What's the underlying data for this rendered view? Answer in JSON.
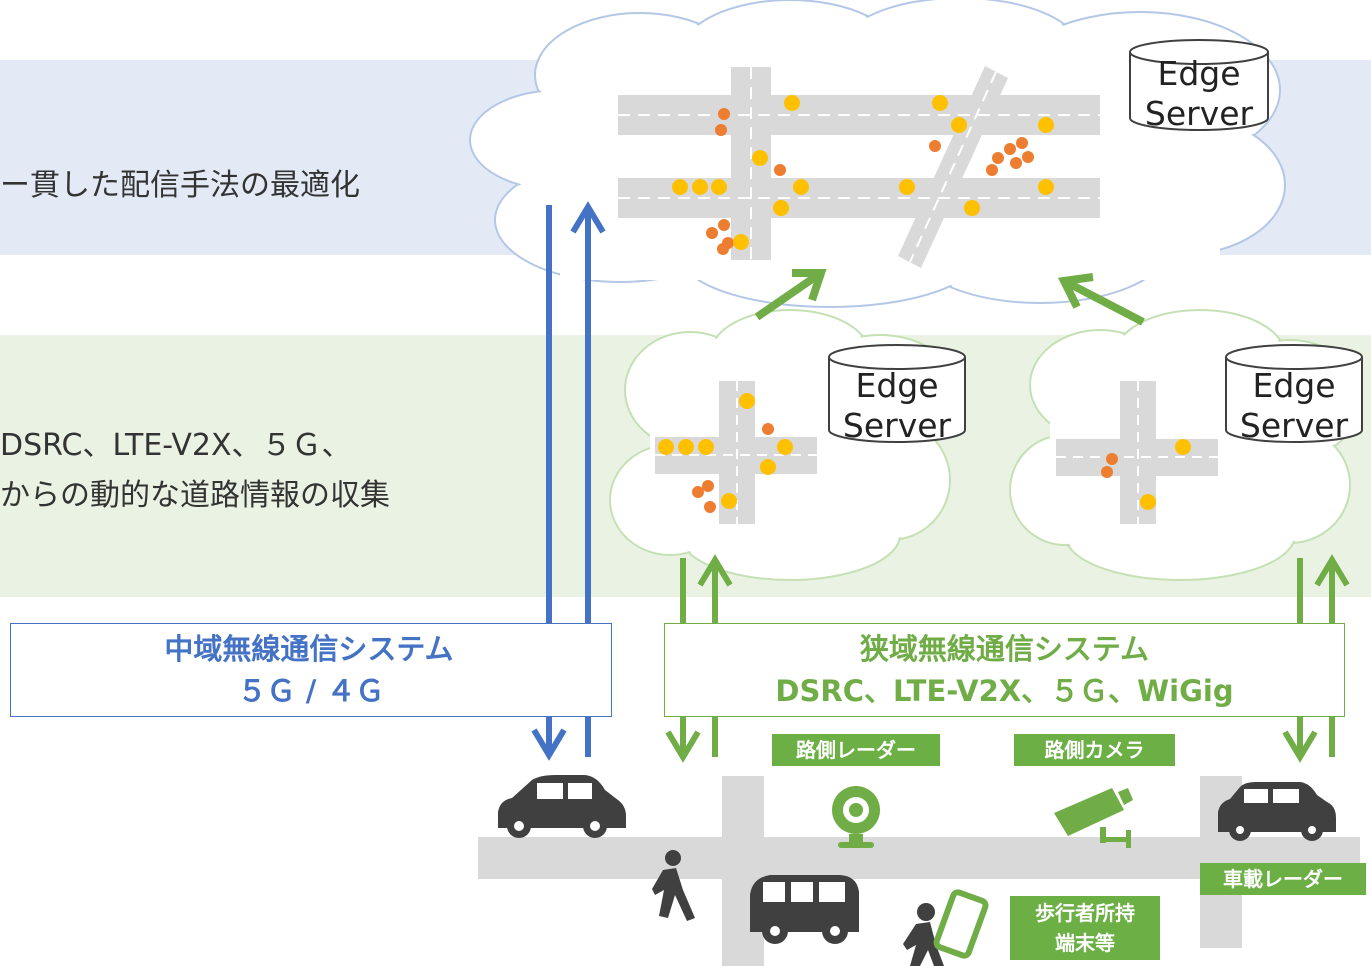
{
  "bands": {
    "top_text": "ー貫した配信手法の最適化",
    "middle_line1": "DSRC、LTE-V2X、５Ｇ、",
    "middle_line2": "からの動的な道路情報の収集"
  },
  "edge_server": {
    "line1": "Edge",
    "line2": "Server"
  },
  "systems": {
    "medium": {
      "line1": "中域無線通信システム",
      "line2": "５Ｇ / ４Ｇ"
    },
    "narrow": {
      "line1": "狭域無線通信システム",
      "line2": "DSRC、LTE-V2X、５Ｇ、WiGig"
    }
  },
  "tags": {
    "roadside_radar": "路側レーダー",
    "roadside_camera": "路側カメラ",
    "onboard_radar": "車載レーダー",
    "pedestrian_line1": "歩行者所持",
    "pedestrian_line2": "端末等"
  },
  "colors": {
    "top_band": "#E3EAF5",
    "middle_band": "#EAF3E3",
    "blue_arrow": "#4472C4",
    "green_arrow": "#70AD47",
    "road": "#D9D9D9",
    "dot_yellow": "#FFC000",
    "dot_orange": "#ED7D31",
    "icon_dark": "#404040"
  }
}
